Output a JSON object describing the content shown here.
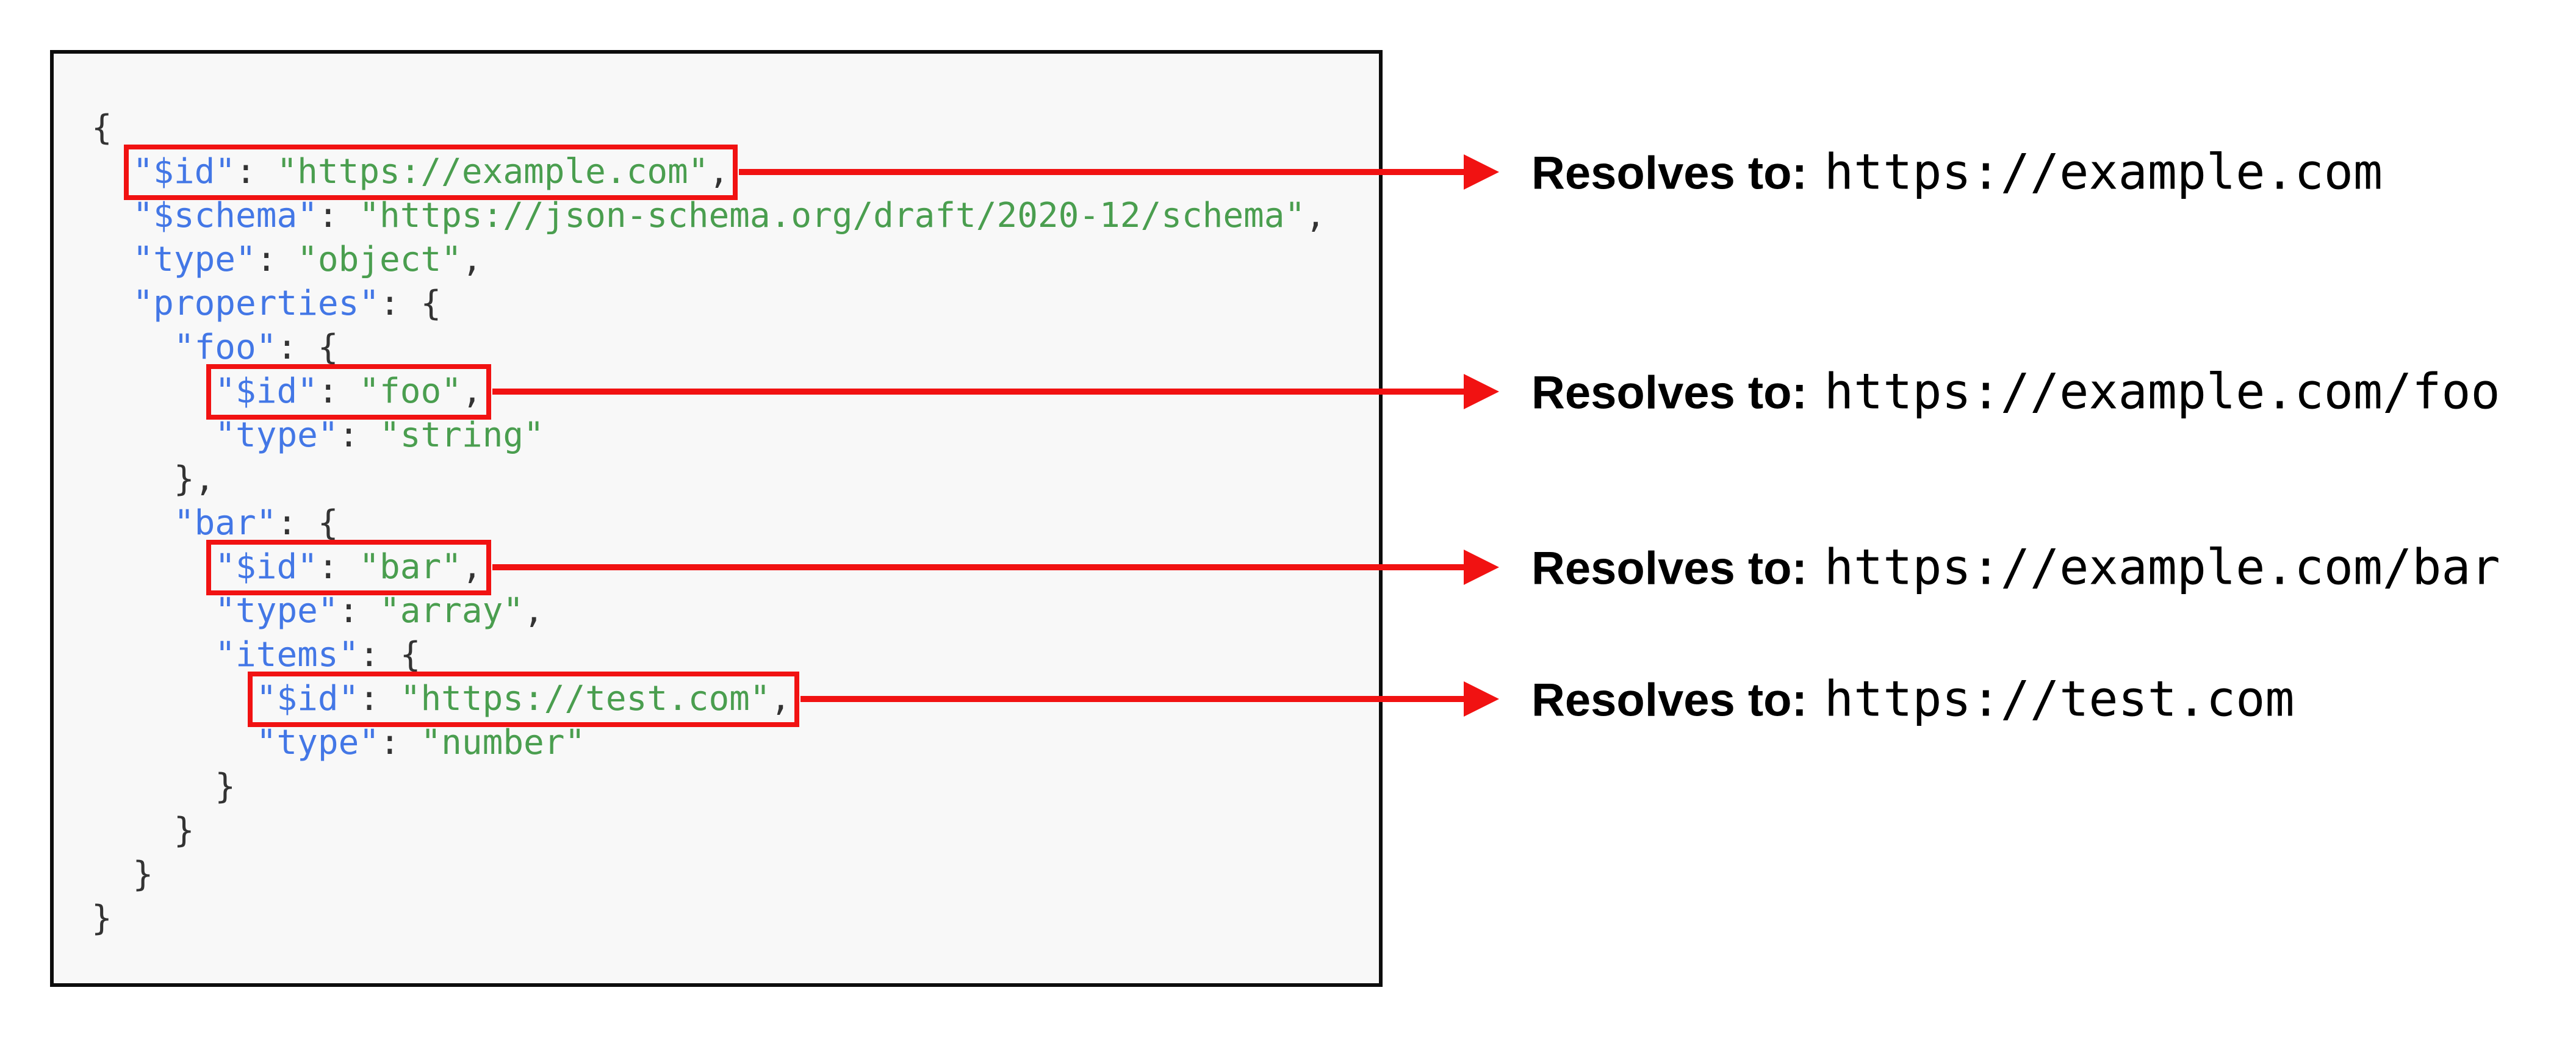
{
  "figure": {
    "title": "JSON Schema $id resolution diagram",
    "colors": {
      "key": "#4377e6",
      "string": "#4a9e4f",
      "punctuation": "#333333",
      "highlight_red": "#f11212",
      "panel_background": "#f8f8f8",
      "panel_border": "#0d0d0d",
      "note_text": "#000000",
      "page_background": "#ffffff"
    },
    "code_panel": {
      "language": "json",
      "lines": [
        {
          "indent": "",
          "highlighted": false,
          "tokens": [
            {
              "c": "pun",
              "t": "{"
            }
          ]
        },
        {
          "indent": "  ",
          "highlighted": true,
          "tokens": [
            {
              "c": "key",
              "t": "\"$id\""
            },
            {
              "c": "pun",
              "t": ": "
            },
            {
              "c": "str",
              "t": "\"https://example.com\""
            },
            {
              "c": "pun",
              "t": ","
            }
          ]
        },
        {
          "indent": "  ",
          "highlighted": false,
          "tokens": [
            {
              "c": "key",
              "t": "\"$schema\""
            },
            {
              "c": "pun",
              "t": ": "
            },
            {
              "c": "str",
              "t": "\"https://json-schema.org/draft/2020-12/schema\""
            },
            {
              "c": "pun",
              "t": ","
            }
          ]
        },
        {
          "indent": "  ",
          "highlighted": false,
          "tokens": [
            {
              "c": "key",
              "t": "\"type\""
            },
            {
              "c": "pun",
              "t": ": "
            },
            {
              "c": "str",
              "t": "\"object\""
            },
            {
              "c": "pun",
              "t": ","
            }
          ]
        },
        {
          "indent": "  ",
          "highlighted": false,
          "tokens": [
            {
              "c": "key",
              "t": "\"properties\""
            },
            {
              "c": "pun",
              "t": ": {"
            }
          ]
        },
        {
          "indent": "    ",
          "highlighted": false,
          "tokens": [
            {
              "c": "key",
              "t": "\"foo\""
            },
            {
              "c": "pun",
              "t": ": {"
            }
          ]
        },
        {
          "indent": "      ",
          "highlighted": true,
          "tokens": [
            {
              "c": "key",
              "t": "\"$id\""
            },
            {
              "c": "pun",
              "t": ": "
            },
            {
              "c": "str",
              "t": "\"foo\""
            },
            {
              "c": "pun",
              "t": ","
            }
          ]
        },
        {
          "indent": "      ",
          "highlighted": false,
          "tokens": [
            {
              "c": "key",
              "t": "\"type\""
            },
            {
              "c": "pun",
              "t": ": "
            },
            {
              "c": "str",
              "t": "\"string\""
            }
          ]
        },
        {
          "indent": "    ",
          "highlighted": false,
          "tokens": [
            {
              "c": "pun",
              "t": "},"
            }
          ]
        },
        {
          "indent": "    ",
          "highlighted": false,
          "tokens": [
            {
              "c": "key",
              "t": "\"bar\""
            },
            {
              "c": "pun",
              "t": ": {"
            }
          ]
        },
        {
          "indent": "      ",
          "highlighted": true,
          "tokens": [
            {
              "c": "key",
              "t": "\"$id\""
            },
            {
              "c": "pun",
              "t": ": "
            },
            {
              "c": "str",
              "t": "\"bar\""
            },
            {
              "c": "pun",
              "t": ","
            }
          ]
        },
        {
          "indent": "      ",
          "highlighted": false,
          "tokens": [
            {
              "c": "key",
              "t": "\"type\""
            },
            {
              "c": "pun",
              "t": ": "
            },
            {
              "c": "str",
              "t": "\"array\""
            },
            {
              "c": "pun",
              "t": ","
            }
          ]
        },
        {
          "indent": "      ",
          "highlighted": false,
          "tokens": [
            {
              "c": "key",
              "t": "\"items\""
            },
            {
              "c": "pun",
              "t": ": {"
            }
          ]
        },
        {
          "indent": "        ",
          "highlighted": true,
          "tokens": [
            {
              "c": "key",
              "t": "\"$id\""
            },
            {
              "c": "pun",
              "t": ": "
            },
            {
              "c": "str",
              "t": "\"https://test.com\""
            },
            {
              "c": "pun",
              "t": ","
            }
          ]
        },
        {
          "indent": "        ",
          "highlighted": false,
          "tokens": [
            {
              "c": "key",
              "t": "\"type\""
            },
            {
              "c": "pun",
              "t": ": "
            },
            {
              "c": "str",
              "t": "\"number\""
            }
          ]
        },
        {
          "indent": "      ",
          "highlighted": false,
          "tokens": [
            {
              "c": "pun",
              "t": "}"
            }
          ]
        },
        {
          "indent": "    ",
          "highlighted": false,
          "tokens": [
            {
              "c": "pun",
              "t": "}"
            }
          ]
        },
        {
          "indent": "  ",
          "highlighted": false,
          "tokens": [
            {
              "c": "pun",
              "t": "}"
            }
          ]
        },
        {
          "indent": "",
          "highlighted": false,
          "tokens": [
            {
              "c": "pun",
              "t": "}"
            }
          ]
        }
      ]
    },
    "annotations": [
      {
        "label": "Resolves to:",
        "url": "https://example.com",
        "line": 2
      },
      {
        "label": "Resolves to:",
        "url": "https://example.com/foo",
        "line": 7
      },
      {
        "label": "Resolves to:",
        "url": "https://example.com/bar",
        "line": 11
      },
      {
        "label": "Resolves to:",
        "url": "https://test.com",
        "line": 14
      }
    ]
  }
}
